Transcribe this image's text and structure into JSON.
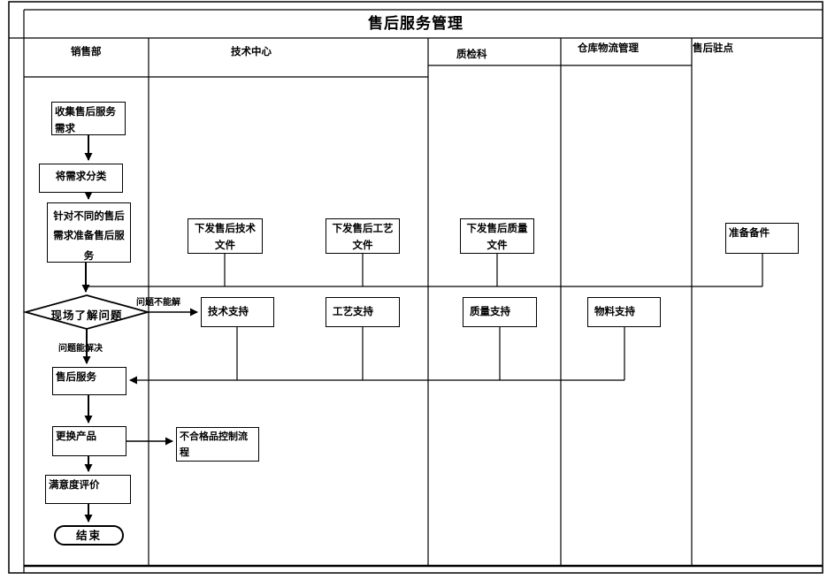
{
  "title": "售后服务管理",
  "lanes": [
    {
      "label": "销售部"
    },
    {
      "label": "技术中心"
    },
    {
      "label": "质检科"
    },
    {
      "label": "仓库物流管理"
    },
    {
      "label": "售后驻点"
    }
  ],
  "nodes": {
    "collect": "收集售后服务需求",
    "classify": "将需求分类",
    "prepare": "针对不同的售后需求准备售后服务",
    "issue_tech_doc": "下发售后技术文件",
    "issue_process_doc": "下发售后工艺文件",
    "issue_quality_doc": "下发售后质量文件",
    "prepare_spares": "准备备件",
    "onsite_question": "现场了解问题",
    "tech_support": "技术支持",
    "process_support": "工艺支持",
    "quality_support": "质量支持",
    "material_support": "物料支持",
    "aftersales_service": "售后服务",
    "replace_product": "更换产品",
    "nonconforming_flow": "不合格品控制流程",
    "satisfaction": "满意度评价",
    "end": "结束"
  },
  "edge_labels": {
    "cannot_solve": "问题不能解",
    "can_solve": "问题能解决"
  },
  "colors": {
    "line": "#000000",
    "background": "#ffffff"
  }
}
